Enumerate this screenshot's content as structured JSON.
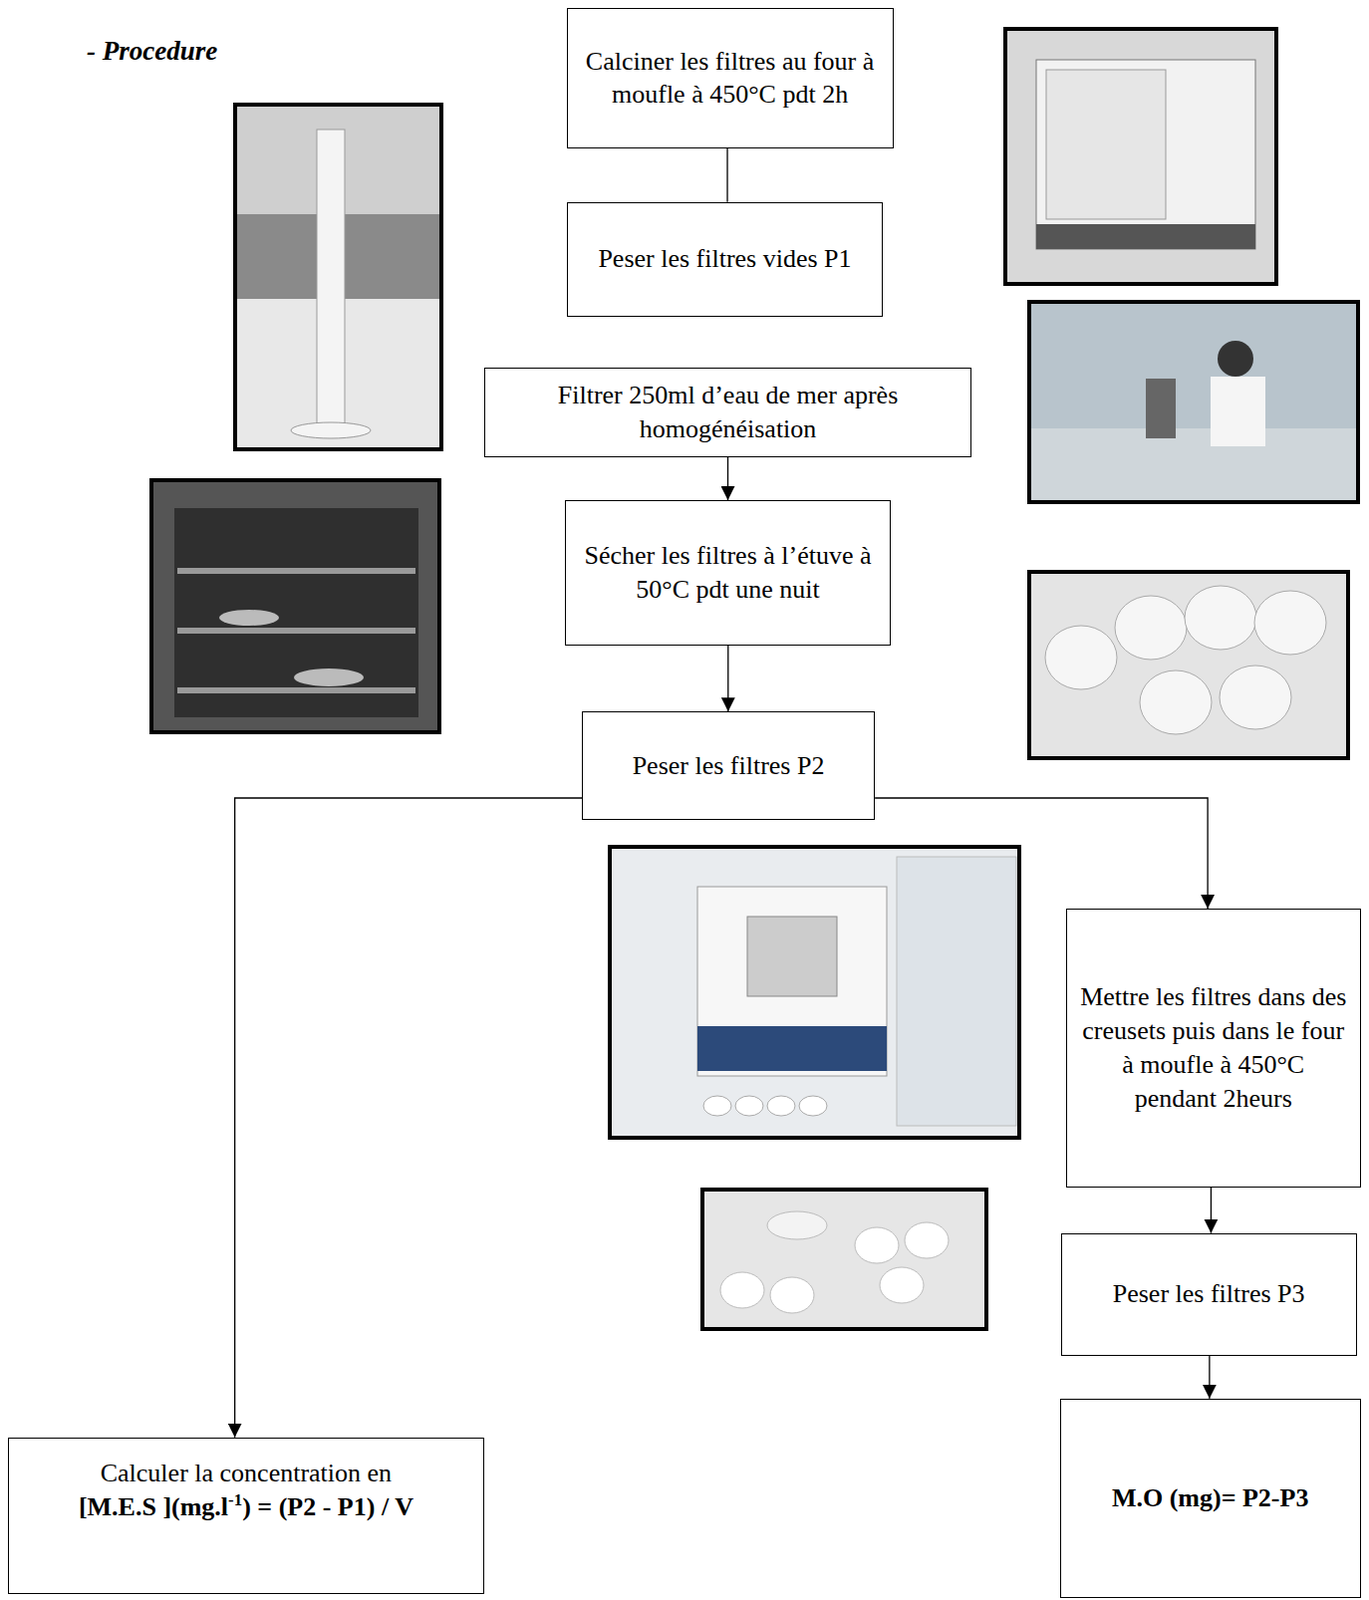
{
  "diagram": {
    "title": "- Procedure",
    "nodes": [
      {
        "text": [
          "Calciner les filtres au four à moufle à 450°C pdt 2h"
        ]
      },
      {
        "text": [
          "Peser les filtres vides P1"
        ]
      },
      {
        "text": [
          "Filtrer 250ml d’eau de mer après homogénéisation"
        ]
      },
      {
        "text": [
          "Sécher les filtres à l’étuve à 50°C pdt une nuit"
        ]
      },
      {
        "text": [
          "Peser les filtres P2"
        ]
      },
      {
        "text": [
          "Mettre les filtres dans des creusets puis dans le four à moufle à 450°C pendant 2heurs"
        ]
      },
      {
        "text": [
          "Peser les filtres P3"
        ]
      },
      {
        "text": [
          "M.O (mg)= P2-P3"
        ]
      },
      {
        "text": [
          "Calculer la concentration en",
          "[M.E.S ](mg.l",
          "-1",
          ") = (P2 - P1) / V"
        ]
      }
    ],
    "edges": [
      {
        "from": 0,
        "to": 1,
        "arrow": "none"
      },
      {
        "from": 2,
        "to": 3,
        "arrow": "to"
      },
      {
        "from": 3,
        "to": 4,
        "arrow": "to"
      },
      {
        "from": 4,
        "to": 8,
        "arrow": "to"
      },
      {
        "from": 4,
        "to": 5,
        "arrow": "to"
      },
      {
        "from": 5,
        "to": 6,
        "arrow": "to"
      },
      {
        "from": 6,
        "to": 7,
        "arrow": "to"
      }
    ]
  }
}
